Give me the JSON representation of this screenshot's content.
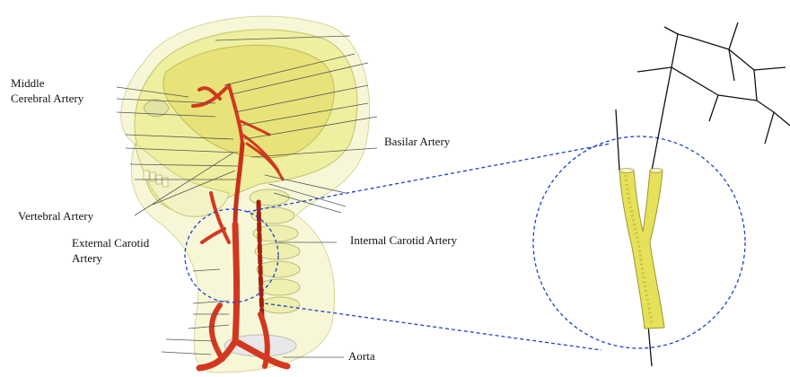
{
  "labels": {
    "middle_cerebral_line1": "Middle",
    "middle_cerebral_line2": "Cerebral Artery",
    "basilar": "Basilar Artery",
    "vertebral": "Vertebral Artery",
    "external_carotid_line1": "External Carotid",
    "external_carotid_line2": "Artery",
    "internal_carotid": "Internal Carotid Artery",
    "aorta": "Aorta"
  },
  "colors": {
    "skull": "#efefa0",
    "skull_outline": "#c9c97a",
    "artery": "#d2381f",
    "artery_dark": "#a5200e",
    "vessel_model": "#e6e15a",
    "vessel_outline": "#9a9630",
    "magnifier": "#1f3fd0",
    "leader_line": "#555555",
    "tree_line": "#111111"
  }
}
